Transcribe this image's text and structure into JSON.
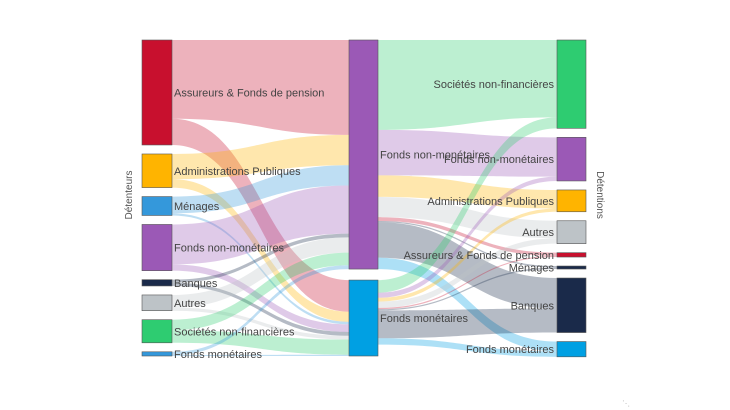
{
  "chart_data": {
    "type": "sankey",
    "left_axis_label": "Détenteurs",
    "right_axis_label": "Détentions",
    "columns": [
      {
        "column": "holders",
        "nodes": [
          {
            "id": "h_assur",
            "label": "Assureurs & Fonds de pension",
            "color": "#c8102e",
            "value": 100
          },
          {
            "id": "h_admin",
            "label": "Administrations Publiques",
            "color": "#ffb400",
            "value": 32
          },
          {
            "id": "h_menag",
            "label": "Ménages",
            "color": "#3498db",
            "value": 18
          },
          {
            "id": "h_fnm",
            "label": "Fonds non-monétaires",
            "color": "#9b59b6",
            "value": 44
          },
          {
            "id": "h_banq",
            "label": "Banques",
            "color": "#1a2a4a",
            "value": 6
          },
          {
            "id": "h_autr",
            "label": "Autres",
            "color": "#bdc3c7",
            "value": 15
          },
          {
            "id": "h_snf",
            "label": "Sociétés non-financières",
            "color": "#2ecc71",
            "value": 22
          },
          {
            "id": "h_fm",
            "label": "Fonds monétaires",
            "color": "#3498db",
            "value": 4
          }
        ]
      },
      {
        "column": "middle",
        "nodes": [
          {
            "id": "m_fnm",
            "label": "Fonds non-monétaires",
            "color": "#9b59b6",
            "value": 181
          },
          {
            "id": "m_fm",
            "label": "Fonds monétaires",
            "color": "#00a0e3",
            "value": 60
          }
        ]
      },
      {
        "column": "holdings",
        "nodes": [
          {
            "id": "d_snf",
            "label": "Sociétés non-financières",
            "color": "#2ecc71",
            "value": 81
          },
          {
            "id": "d_fnm",
            "label": "Fonds non-monétaires",
            "color": "#9b59b6",
            "value": 40
          },
          {
            "id": "d_admin",
            "label": "Administrations Publiques",
            "color": "#ffb400",
            "value": 20
          },
          {
            "id": "d_autr",
            "label": "Autres",
            "color": "#bdc3c7",
            "value": 21
          },
          {
            "id": "d_assur",
            "label": "Assureurs & Fonds de pension",
            "color": "#c8102e",
            "value": 4
          },
          {
            "id": "d_menag",
            "label": "Ménages",
            "color": "#1a2a4a",
            "value": 2
          },
          {
            "id": "d_banq",
            "label": "Banques",
            "color": "#1a2a4a",
            "value": 50
          },
          {
            "id": "d_fm",
            "label": "Fonds monétaires",
            "color": "#00a0e3",
            "value": 14
          }
        ]
      }
    ],
    "links": [
      {
        "source": "h_assur",
        "target": "m_fnm",
        "value": 75
      },
      {
        "source": "h_assur",
        "target": "m_fm",
        "value": 25
      },
      {
        "source": "h_admin",
        "target": "m_fnm",
        "value": 24
      },
      {
        "source": "h_admin",
        "target": "m_fm",
        "value": 8
      },
      {
        "source": "h_menag",
        "target": "m_fnm",
        "value": 16
      },
      {
        "source": "h_menag",
        "target": "m_fm",
        "value": 2
      },
      {
        "source": "h_fnm",
        "target": "m_fnm",
        "value": 38
      },
      {
        "source": "h_fnm",
        "target": "m_fm",
        "value": 6
      },
      {
        "source": "h_banq",
        "target": "m_fnm",
        "value": 3
      },
      {
        "source": "h_banq",
        "target": "m_fm",
        "value": 3
      },
      {
        "source": "h_autr",
        "target": "m_fnm",
        "value": 12
      },
      {
        "source": "h_autr",
        "target": "m_fm",
        "value": 3
      },
      {
        "source": "h_snf",
        "target": "m_fnm",
        "value": 10
      },
      {
        "source": "h_snf",
        "target": "m_fm",
        "value": 12
      },
      {
        "source": "h_fm",
        "target": "m_fnm",
        "value": 3
      },
      {
        "source": "h_fm",
        "target": "m_fm",
        "value": 1
      },
      {
        "source": "m_fnm",
        "target": "d_snf",
        "value": 71
      },
      {
        "source": "m_fnm",
        "target": "d_fnm",
        "value": 36
      },
      {
        "source": "m_fnm",
        "target": "d_admin",
        "value": 17
      },
      {
        "source": "m_fnm",
        "target": "d_autr",
        "value": 16
      },
      {
        "source": "m_fnm",
        "target": "d_assur",
        "value": 3
      },
      {
        "source": "m_fnm",
        "target": "d_menag",
        "value": 1
      },
      {
        "source": "m_fnm",
        "target": "d_banq",
        "value": 28
      },
      {
        "source": "m_fnm",
        "target": "d_fm",
        "value": 9
      },
      {
        "source": "m_fm",
        "target": "d_snf",
        "value": 10
      },
      {
        "source": "m_fm",
        "target": "d_fnm",
        "value": 4
      },
      {
        "source": "m_fm",
        "target": "d_admin",
        "value": 3
      },
      {
        "source": "m_fm",
        "target": "d_autr",
        "value": 5
      },
      {
        "source": "m_fm",
        "target": "d_assur",
        "value": 1
      },
      {
        "source": "m_fm",
        "target": "d_menag",
        "value": 1
      },
      {
        "source": "m_fm",
        "target": "d_banq",
        "value": 22
      },
      {
        "source": "m_fm",
        "target": "d_fm",
        "value": 5
      }
    ]
  }
}
